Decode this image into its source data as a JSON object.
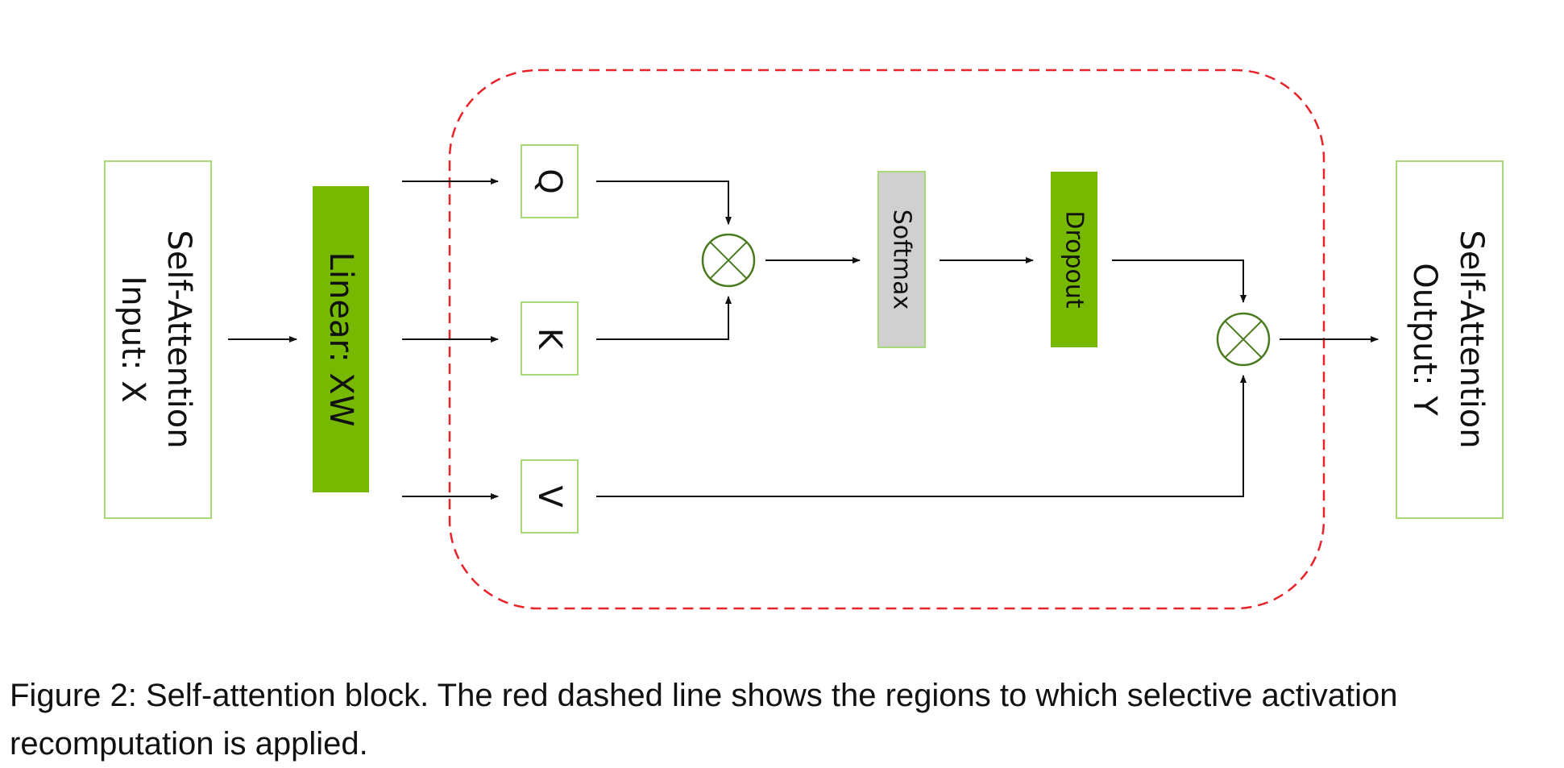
{
  "nodes": {
    "input_line1": "Self-Attention",
    "input_line2": "Input: X",
    "linear": "Linear: XW",
    "q": "Q",
    "k": "K",
    "v": "V",
    "softmax": "Softmax",
    "dropout": "Dropout",
    "output_line1": "Self-Attention",
    "output_line2": "Output: Y"
  },
  "caption": "Figure 2: Self-attention block. The red dashed line shows the regions to which selective activation recomputation is applied.",
  "colors": {
    "green_fill": "#76b900",
    "green_border": "#a8d977",
    "grey_fill": "#d0d0d0",
    "multiply_stroke": "#4a7a1e",
    "recompute_region": "#e8232a",
    "arrow": "#111111"
  }
}
